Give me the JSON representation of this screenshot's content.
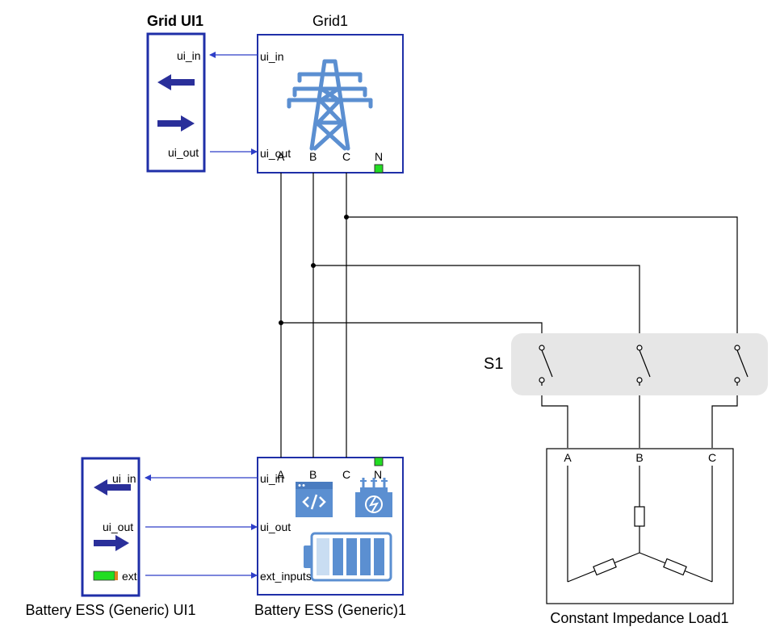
{
  "grid_ui": {
    "title": "Grid UI1",
    "port_in": "ui_in",
    "port_out": "ui_out",
    "arrow_left_icon": "arrow-left-icon",
    "arrow_right_icon": "arrow-right-icon"
  },
  "grid": {
    "title": "Grid1",
    "port_ui_in": "ui_in",
    "port_ui_out": "ui_out",
    "phase_a": "A",
    "phase_b": "B",
    "phase_c": "C",
    "neutral": "N",
    "icon": "transmission-tower-icon"
  },
  "switch": {
    "label": "S1"
  },
  "battery_ui": {
    "title": "Battery ESS (Generic) UI1",
    "port_in": "ui_in",
    "port_out": "ui_out",
    "port_ext": "ext"
  },
  "battery": {
    "title": "Battery ESS (Generic)1",
    "port_ui_in": "ui_in",
    "port_ui_out": "ui_out",
    "port_ext_inputs": "ext_inputs",
    "phase_a": "A",
    "phase_b": "B",
    "phase_c": "C",
    "neutral": "N",
    "icons": [
      "code-window-icon",
      "transformer-icon",
      "battery-icon"
    ]
  },
  "load": {
    "title": "Constant Impedance Load1",
    "phase_a": "A",
    "phase_b": "B",
    "phase_c": "C"
  },
  "colors": {
    "block_border": "#1f2fa8",
    "signal_line": "#2e3ec8",
    "icon_blue": "#5b8fd1",
    "neutral_green": "#22dd22",
    "switch_bg": "#e6e6e6"
  }
}
